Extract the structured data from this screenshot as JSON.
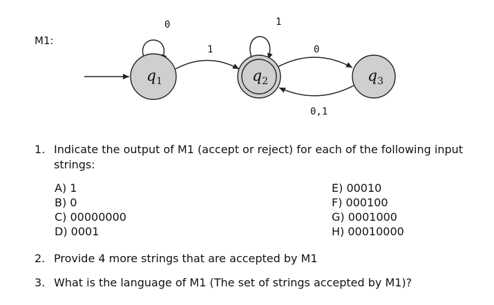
{
  "machine_label": "M1:",
  "states": {
    "q1": "q",
    "q2": "q",
    "q3": "q",
    "sub1": "1",
    "sub2": "2",
    "sub3": "3"
  },
  "transitions": {
    "q1_self": "0",
    "q1_q2": "1",
    "q2_self": "1",
    "q2_q3": "0",
    "q3_q2": "0,1"
  },
  "questions": [
    {
      "num": "1.",
      "text_line1": "Indicate the output of M1 (accept or reject) for each of the following input",
      "text_line2": "strings:"
    },
    {
      "num": "2.",
      "text": "Provide 4 more strings that are accepted by M1"
    },
    {
      "num": "3.",
      "text": "What is the language of M1 (The set of strings accepted by M1)?"
    }
  ],
  "options_left": [
    "A) 1",
    "B) 0",
    "C) 00000000",
    "D) 0001"
  ],
  "options_right": [
    "E) 00010",
    "F) 000100",
    "G) 0001000",
    "H) 00010000"
  ]
}
